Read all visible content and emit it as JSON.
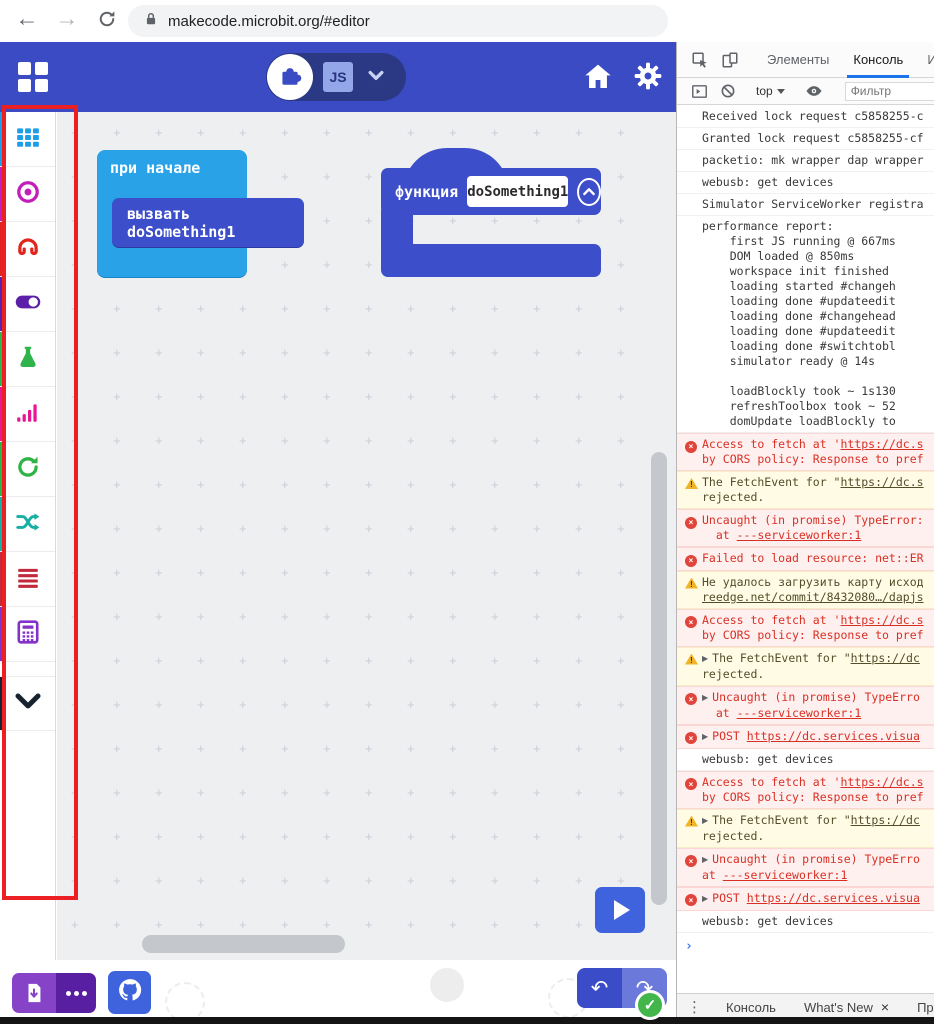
{
  "browser": {
    "url": "makecode.microbit.org/#editor"
  },
  "header": {
    "js_label": "JS",
    "colors": {
      "header_bg": "#3a4bc4",
      "toggle_bg": "#2b3884"
    }
  },
  "toolbox": {
    "categories": [
      {
        "id": "basic",
        "icon": "grid",
        "color": "#1E9DE8"
      },
      {
        "id": "input",
        "icon": "dot-circle",
        "color": "#C31DBA"
      },
      {
        "id": "music",
        "icon": "headphones",
        "color": "#E2251C"
      },
      {
        "id": "led",
        "icon": "toggle",
        "color": "#5C1FA8"
      },
      {
        "id": "serial",
        "icon": "flask",
        "color": "#31B34B"
      },
      {
        "id": "radio",
        "icon": "signal",
        "color": "#E81595"
      },
      {
        "id": "loops",
        "icon": "loop",
        "color": "#2FB344"
      },
      {
        "id": "logic",
        "icon": "shuffle",
        "color": "#16AFA4"
      },
      {
        "id": "variables",
        "icon": "lines",
        "color": "#C2293B"
      },
      {
        "id": "math",
        "icon": "calculator",
        "color": "#8331C9"
      },
      {
        "id": "advanced",
        "icon": "chevron-down",
        "color": "#16232E"
      }
    ]
  },
  "canvas": {
    "on_start_label": "при начале",
    "call_label": "вызвать doSomething1",
    "function_label": "функция",
    "function_name": "doSomething1",
    "colors": {
      "on_start": "#2aa2e8",
      "function_block": "#3c4ec9"
    }
  },
  "devtools": {
    "tabs": [
      {
        "label": "Элементы",
        "active": false
      },
      {
        "label": "Консоль",
        "active": true
      },
      {
        "label": "И",
        "active": false
      }
    ],
    "toolbar": {
      "context": "top",
      "filter_placeholder": "Фильтр"
    },
    "prompt": "›",
    "console": {
      "messages": [
        {
          "type": "log",
          "lines": [
            [
              {
                "t": "Received lock request c5858255-c"
              }
            ]
          ]
        },
        {
          "type": "log",
          "lines": [
            [
              {
                "t": "Granted lock request c5858255-cf"
              }
            ]
          ]
        },
        {
          "type": "log",
          "lines": [
            [
              {
                "t": "packetio: mk wrapper dap wrapper"
              }
            ]
          ]
        },
        {
          "type": "log",
          "lines": [
            [
              {
                "t": "webusb: get devices"
              }
            ]
          ]
        },
        {
          "type": "log",
          "lines": [
            [
              {
                "t": "Simulator ServiceWorker registra"
              }
            ]
          ]
        },
        {
          "type": "log",
          "lines": [
            [
              {
                "t": "performance report:"
              }
            ],
            [
              {
                "t": "    first JS running @ 667ms"
              }
            ],
            [
              {
                "t": "    DOM loaded @ 850ms"
              }
            ],
            [
              {
                "t": "    workspace init finished"
              }
            ],
            [
              {
                "t": "    loading started #changeh"
              }
            ],
            [
              {
                "t": "    loading done #updateedit"
              }
            ],
            [
              {
                "t": "    loading done #changehead"
              }
            ],
            [
              {
                "t": "    loading done #updateedit"
              }
            ],
            [
              {
                "t": "    loading done #switchtobl"
              }
            ],
            [
              {
                "t": "    simulator ready @ 14s"
              }
            ],
            [
              {
                "t": " "
              }
            ],
            [
              {
                "t": "    loadBlockly took ~ 1s130"
              }
            ],
            [
              {
                "t": "    refreshToolbox took ~ 52"
              }
            ],
            [
              {
                "t": "    domUpdate loadBlockly to"
              }
            ]
          ]
        },
        {
          "type": "error",
          "lines": [
            [
              {
                "t": "Access to fetch at '"
              },
              {
                "t": "https://dc.s",
                "link": true
              }
            ],
            [
              {
                "t": "by CORS policy: Response to pref"
              }
            ]
          ]
        },
        {
          "type": "warn",
          "lines": [
            [
              {
                "t": "The FetchEvent for \""
              },
              {
                "t": "https://dc.s",
                "link": true
              }
            ],
            [
              {
                "t": "rejected."
              }
            ]
          ]
        },
        {
          "type": "error",
          "lines": [
            [
              {
                "t": "Uncaught (in promise) TypeError:"
              }
            ],
            [
              {
                "t": "  at "
              },
              {
                "t": "---serviceworker:1",
                "link": true
              }
            ]
          ]
        },
        {
          "type": "error",
          "lines": [
            [
              {
                "t": "Failed to load resource: net::ER"
              }
            ]
          ]
        },
        {
          "type": "warn",
          "lines": [
            [
              {
                "t": "Не удалось загрузить карту исход"
              }
            ],
            [
              {
                "t": "reedge.net/commit/8432080…/dapjs",
                "link": true
              }
            ]
          ]
        },
        {
          "type": "error",
          "lines": [
            [
              {
                "t": "Access to fetch at '"
              },
              {
                "t": "https://dc.s",
                "link": true
              }
            ],
            [
              {
                "t": "by CORS policy: Response to pref"
              }
            ]
          ]
        },
        {
          "type": "warn",
          "expand": true,
          "lines": [
            [
              {
                "t": "The FetchEvent for \""
              },
              {
                "t": "https://dc",
                "link": true
              }
            ],
            [
              {
                "t": "rejected."
              }
            ]
          ]
        },
        {
          "type": "error",
          "expand": true,
          "lines": [
            [
              {
                "t": "Uncaught (in promise) TypeErro"
              }
            ],
            [
              {
                "t": "  at "
              },
              {
                "t": "---serviceworker:1",
                "link": true
              }
            ]
          ]
        },
        {
          "type": "error",
          "expand": true,
          "lines": [
            [
              {
                "t": "POST "
              },
              {
                "t": "https://dc.services.visua",
                "link": true
              }
            ]
          ]
        },
        {
          "type": "log",
          "lines": [
            [
              {
                "t": "webusb: get devices"
              }
            ]
          ]
        },
        {
          "type": "error",
          "lines": [
            [
              {
                "t": "Access to fetch at '"
              },
              {
                "t": "https://dc.s",
                "link": true
              }
            ],
            [
              {
                "t": "by CORS policy: Response to pref"
              }
            ]
          ]
        },
        {
          "type": "warn",
          "expand": true,
          "lines": [
            [
              {
                "t": "The FetchEvent for \""
              },
              {
                "t": "https://dc",
                "link": true
              }
            ],
            [
              {
                "t": "rejected."
              }
            ]
          ]
        },
        {
          "type": "error",
          "expand": true,
          "lines": [
            [
              {
                "t": "Uncaught (in promise) TypeErro"
              }
            ],
            [
              {
                "t": "at "
              },
              {
                "t": "---serviceworker:1",
                "link": true
              }
            ]
          ]
        },
        {
          "type": "error",
          "expand": true,
          "lines": [
            [
              {
                "t": "POST "
              },
              {
                "t": "https://dc.services.visua",
                "link": true
              }
            ]
          ]
        },
        {
          "type": "log",
          "lines": [
            [
              {
                "t": "webusb: get devices"
              }
            ]
          ]
        }
      ]
    },
    "drawer": {
      "tabs": [
        {
          "label": "Консоль",
          "active": false,
          "closable": false
        },
        {
          "label": "What's New",
          "active": true,
          "closable": true
        },
        {
          "label": "Пробл",
          "active": false,
          "closable": false
        }
      ]
    }
  }
}
